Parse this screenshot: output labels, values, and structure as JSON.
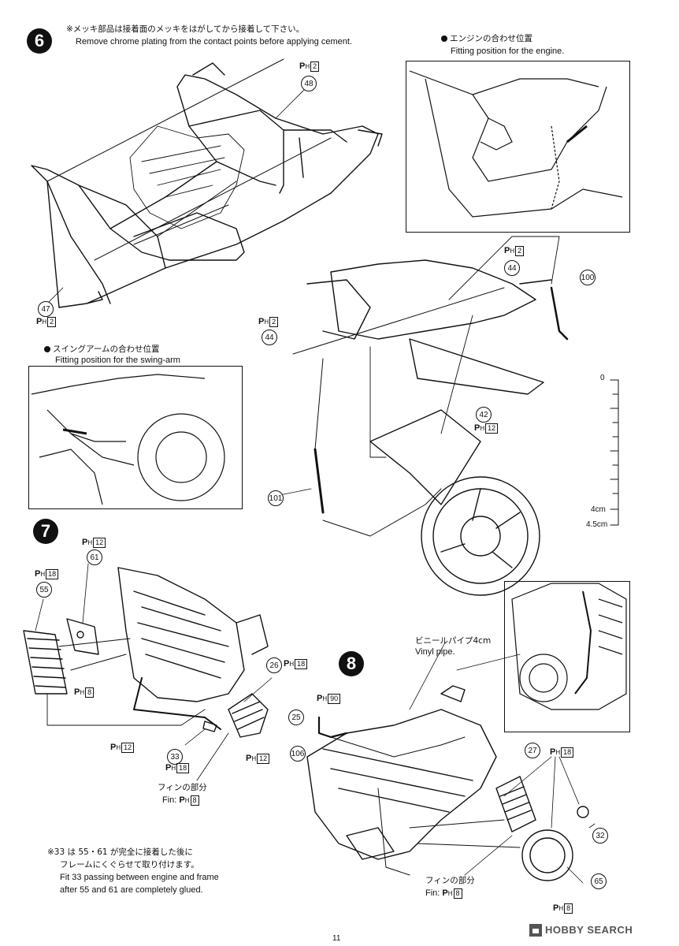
{
  "step6": {
    "number": "6",
    "note_jp": "※メッキ部品は接着面のメッキをはがしてから接着して下さい。",
    "note_en": "Remove chrome plating from the contact points before applying cement.",
    "engine_fit_jp": "エンジンの合わせ位置",
    "engine_fit_en": "Fitting position for the engine.",
    "swing_fit_jp": "スイングアームの合わせ位置",
    "swing_fit_en": "Fitting position for the swing-arm"
  },
  "step7": {
    "number": "7",
    "fin_jp": "フィンの部分",
    "fin_en": "Fin:",
    "note_line1": "※33 は 55・61 が完全に接着した後に",
    "note_line2": "フレームにくぐらせて取り付けます。",
    "note_line3": "Fit 33 passing between engine and frame",
    "note_line4": "after 55 and 61 are completely glued."
  },
  "step8": {
    "number": "8",
    "vinyl_jp": "ビニールパイプ4cm",
    "vinyl_en": "Vinyl pipe.",
    "fin_jp": "フィンの部分",
    "fin_en": "Fin:"
  },
  "ruler": {
    "top": "0",
    "mark1": "4cm",
    "mark2": "4.5cm"
  },
  "parts": {
    "p48": "48",
    "p47": "47",
    "p44a": "44",
    "p44b": "44",
    "p100": "100",
    "p42": "42",
    "p101": "101",
    "p61": "61",
    "p55": "55",
    "p26": "26",
    "p33": "33",
    "p25": "25",
    "p106": "106",
    "p27": "27",
    "p32": "32",
    "p65": "65"
  },
  "sprue": {
    "p": "P",
    "h": "H",
    "n2": "2",
    "n12": "12",
    "n18": "18",
    "n8": "8",
    "n90": "90"
  },
  "footer": {
    "page": "11",
    "watermark": "HOBBY SEARCH"
  }
}
